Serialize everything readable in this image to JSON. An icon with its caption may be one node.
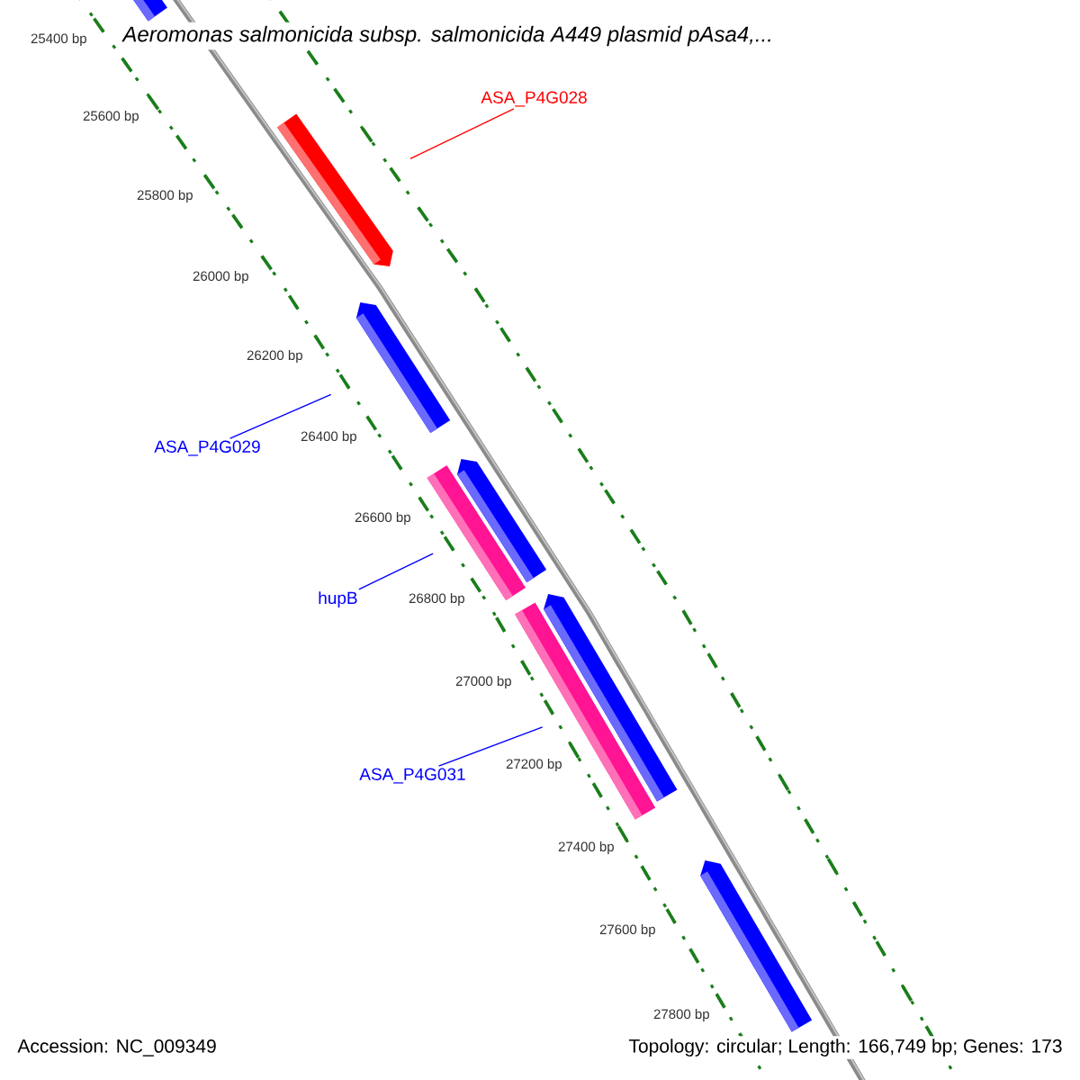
{
  "diagram": {
    "title": "Aeromonas salmonicida subsp. salmonicida A449 plasmid pAsa4,...",
    "nodes": [
      {
        "text": [],
        "shape": "arrow"
      },
      {
        "text": [
          "ASA_P4G028"
        ]
      },
      {
        "text": [],
        "shape": "arrow"
      },
      {
        "text": [],
        "shape": "arrow"
      },
      {
        "text": [
          "ASA_P4G029"
        ]
      },
      {
        "text": [],
        "shape": "arrow"
      },
      {
        "text": [],
        "shape": "bar"
      },
      {
        "text": [
          "hupB"
        ]
      },
      {
        "text": [],
        "shape": "arrow"
      },
      {
        "text": [],
        "shape": "bar"
      },
      {
        "text": [
          "ASA_P4G031"
        ]
      },
      {
        "text": [],
        "shape": "arrow"
      }
    ],
    "edges": [
      {
        "from": 1,
        "to": 2,
        "arrow": "none",
        "color": "#ff0000"
      },
      {
        "from": 4,
        "to": 3,
        "arrow": "none"
      },
      {
        "from": 7,
        "to": 6,
        "arrow": "none"
      },
      {
        "from": 10,
        "to": 9,
        "arrow": "none"
      }
    ],
    "labels": [
      "25400 bp",
      "25600 bp",
      "25800 bp",
      "26000 bp",
      "26200 bp",
      "26400 bp",
      "26600 bp",
      "26800 bp",
      "27000 bp",
      "27200 bp",
      "27400 bp",
      "27600 bp",
      "27800 bp",
      "Accession: NC_009349",
      "Topology: circular; Length: 166,749 bp; Genes: 173"
    ]
  }
}
